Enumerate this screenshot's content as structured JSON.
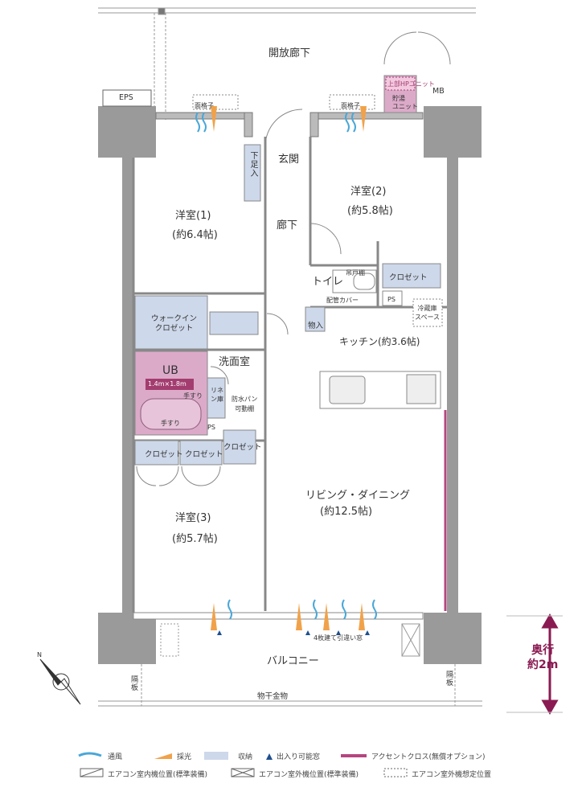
{
  "corridor": {
    "label": "開放廊下"
  },
  "eps": "EPS",
  "mb": "MB",
  "water_heater": {
    "unit_hp": "上部HPユニット",
    "storage": "貯湯\nユニット"
  },
  "grille_label": "面格子",
  "entrance": "玄関",
  "shoe_storage": "下足入",
  "hallway": "廊下",
  "room1": {
    "name": "洋室(1)",
    "size": "(約6.4帖)"
  },
  "room2": {
    "name": "洋室(2)",
    "size": "(約5.8帖)"
  },
  "room3": {
    "name": "洋室(3)",
    "size": "(約5.7帖)"
  },
  "toilet": "トイレ",
  "hanging_shelf": "吊戸棚",
  "pipe_cover": "配管カバー",
  "ps": "PS",
  "closet": "クロゼット",
  "walk_in_closet": "ウォークイン\nクロゼット",
  "fridge_space": "冷蔵庫\nスペース",
  "storage_small": "物入",
  "kitchen": "キッチン(約3.6帖)",
  "washroom": "洗面室",
  "ub": {
    "name": "UB",
    "size": "1.4m×1.8m",
    "handrail": "手すり"
  },
  "linen": "リネン庫",
  "washpan": "防水パン\n可動棚",
  "living": {
    "name": "リビング・ダイニング",
    "size": "(約12.5帖)"
  },
  "sash": "4枚建て引違い窓",
  "balcony": "バルコニー",
  "partition": "隔板",
  "drying_rack": "物干金物",
  "depth_label": {
    "line1": "奥行",
    "line2": "約2m"
  },
  "north": "N",
  "legend": {
    "ventilation": "通風",
    "daylight": "採光",
    "storage": "収納",
    "entry_window": "出入り可能窓",
    "accent_cloth": "アクセントクロス(無償オプション)",
    "ac_indoor": "エアコン室内機位置(標準装備)",
    "ac_outdoor": "エアコン室外機位置(標準装備)",
    "ac_outdoor_planned": "エアコン室外機想定位置"
  },
  "colors": {
    "wall": "#9a9a9a",
    "storage": "#cdd8ea",
    "ub": "#dcaac9",
    "accent": "#b5467f",
    "vent": "#4aa7d8",
    "light": "#f0a24a",
    "depth": "#8a1b52"
  }
}
